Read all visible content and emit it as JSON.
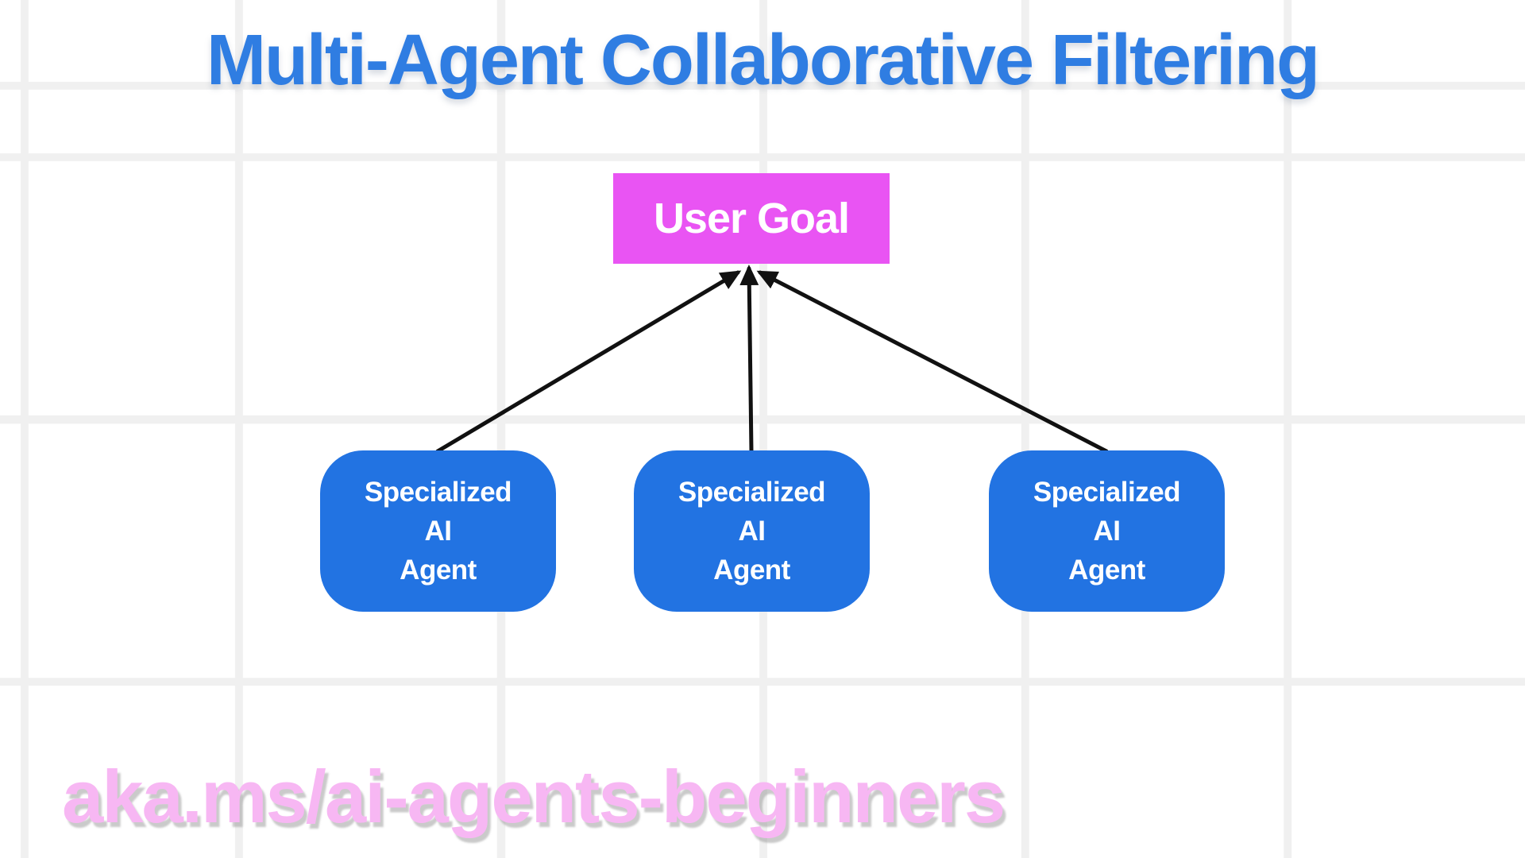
{
  "title": "Multi-Agent Collaborative Filtering",
  "nodes": {
    "goal": {
      "label": "User Goal"
    },
    "agents": [
      {
        "lines": [
          "Specialized",
          "AI",
          "Agent"
        ]
      },
      {
        "lines": [
          "Specialized",
          "AI",
          "Agent"
        ]
      },
      {
        "lines": [
          "Specialized",
          "AI",
          "Agent"
        ]
      }
    ]
  },
  "edges": [
    {
      "from": "agent-1",
      "to": "user-goal",
      "direction": "up"
    },
    {
      "from": "agent-2",
      "to": "user-goal",
      "direction": "up"
    },
    {
      "from": "agent-3",
      "to": "user-goal",
      "direction": "up"
    }
  ],
  "footer": {
    "link_text": "aka.ms/ai-agents-beginners"
  },
  "colors": {
    "title_blue": "#2f7de2",
    "node_blue": "#2273e2",
    "goal_magenta": "#e954f3",
    "footer_pink": "#f7b7f3",
    "node_text": "#ffffff",
    "arrow_black": "#111111",
    "grid_line": "#f0f0f0",
    "background": "#ffffff"
  }
}
